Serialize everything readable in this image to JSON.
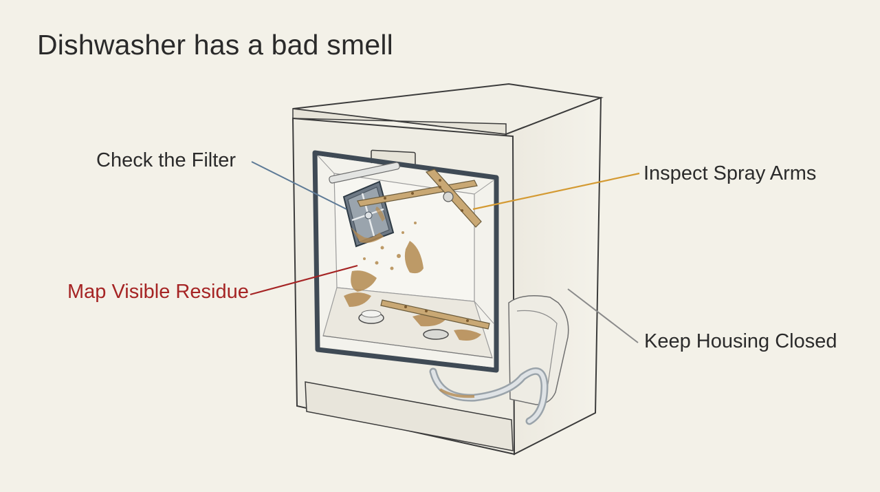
{
  "title": "Dishwasher has a bad smell",
  "callouts": {
    "filter": "Check the Filter",
    "spray_arms": "Inspect Spray Arms",
    "residue": "Map Visible Residue",
    "housing": "Keep Housing Closed"
  },
  "colors": {
    "background": "#f3f1e8",
    "text": "#2b2b2b",
    "filter_leader": "#5d7a96",
    "spray_leader": "#d49a32",
    "residue": "#a52424",
    "housing_leader": "#8a8a8a",
    "residue_stain": "#b48a50"
  }
}
